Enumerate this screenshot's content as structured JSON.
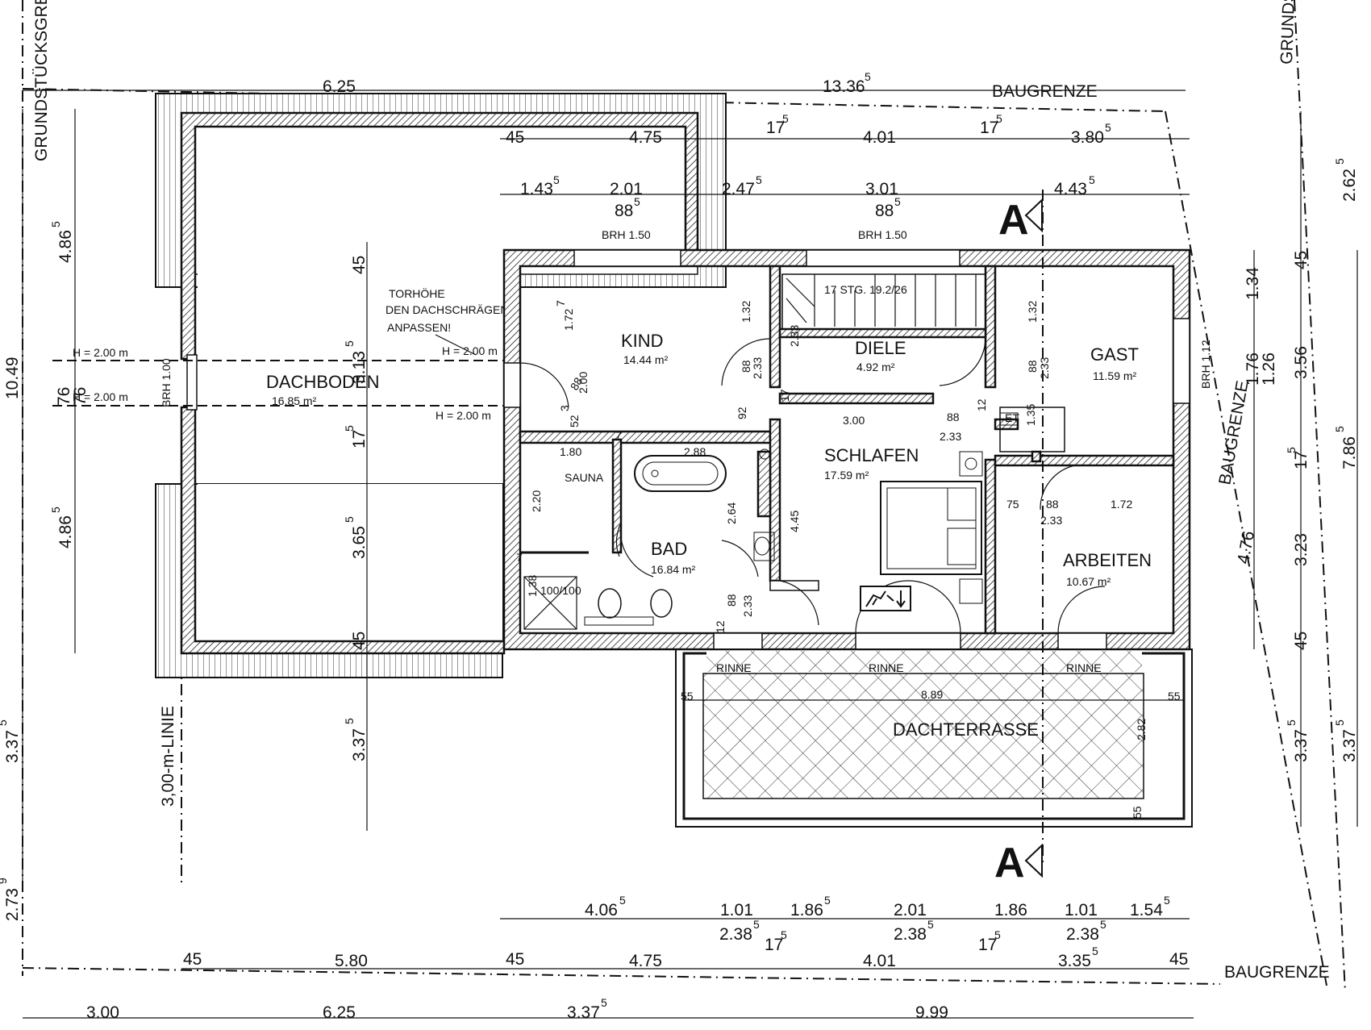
{
  "rooms": {
    "dachboden": {
      "name": "DACHBODEN",
      "area": "16.85 m²"
    },
    "kind": {
      "name": "KIND",
      "area": "14.44 m²"
    },
    "diele": {
      "name": "DIELE",
      "area": "4.92 m²"
    },
    "gast": {
      "name": "GAST",
      "area": "11.59 m²"
    },
    "schlafen": {
      "name": "SCHLAFEN",
      "area": "17.59 m²"
    },
    "bad": {
      "name": "BAD",
      "area": "16.84 m²"
    },
    "arbeiten": {
      "name": "ARBEITEN",
      "area": "10.67 m²"
    },
    "sauna": {
      "name": "SAUNA"
    },
    "dachterrasse": {
      "name": "DACHTERRASSE"
    }
  },
  "labels": {
    "baugrenze": "BAUGRENZE",
    "grundstuecksgrenze": "GRUNDSTÜCKSGRENZE",
    "grundstueck_partial": "GRUNDSTÜ",
    "linie_3m": "3,00-m-LINIE",
    "rinne": "RINNE",
    "section_mark": "A",
    "stair": "17 STG. 19.2/26",
    "et": "ET",
    "brh_150": "BRH 1.50",
    "brh_100": "BRH 1.00",
    "brh_112": "BRH 1.12",
    "torhoehe": [
      "TORHÖHE",
      "DEN DACHSCHRÄGEN",
      "ANPASSEN!"
    ],
    "h_200": "H = 2.00 m",
    "shower": "100/100",
    "fire_icon": "fire-escape-sign-icon"
  },
  "dims_top": {
    "d625": "6.25",
    "d13365": "13.36",
    "d13365_sup": "5",
    "r2_45": "45",
    "r2_475": "4.75",
    "r2_175a": "17",
    "r2_175a_sup": "5",
    "r2_401": "4.01",
    "r2_175b": "17",
    "r2_175b_sup": "5",
    "r2_3805": "3.80",
    "r2_3805_sup": "5",
    "r3_1435": "1.43",
    "r3_1435_sup": "5",
    "r3_201": "2.01",
    "r3_2475": "2.47",
    "r3_2475_sup": "5",
    "r3_301": "3.01",
    "r3_4435": "4.43",
    "r3_4435_sup": "5",
    "r3_885a": "88",
    "r3_885a_sup": "5",
    "r3_885b": "88",
    "r3_885b_sup": "5"
  },
  "dims_bottom": {
    "b1_4065": "4.06",
    "b1_4065_sup": "5",
    "b1_101a": "1.01",
    "b1_1865": "1.86",
    "b1_1865_sup": "5",
    "b1_201": "2.01",
    "b1_186": "1.86",
    "b1_101b": "1.01",
    "b1_1545": "1.54",
    "b1_1545_sup": "5",
    "b1_2385a": "2.38",
    "b1_2385b": "2.38",
    "b1_2385c": "2.38",
    "sup5": "5",
    "b1_175a": "17",
    "b1_175b": "17",
    "b2_45a": "45",
    "b2_580": "5.80",
    "b2_45b": "45",
    "b2_475": "4.75",
    "b2_401": "4.01",
    "b2_3355": "3.35",
    "b2_3355_sup": "5",
    "b2_45c": "45",
    "b3_300": "3.00",
    "b3_625": "6.25",
    "b3_3375": "3.37",
    "b3_3375_sup": "5",
    "b3_999": "9.99"
  },
  "dims_left": {
    "l_1049": "10.49",
    "l_4865a": "4.86",
    "l_4865b": "4.86",
    "sup5": "5",
    "l_76a": "76",
    "l_76b": "76",
    "l_3375": "3.37",
    "l_2739": "2.73",
    "l_2739_sup": "9",
    "m_45a": "45",
    "m_3135": "3.13",
    "m_175": "17",
    "m_3655": "3.65",
    "m_45b": "45",
    "m_3375": "3.37"
  },
  "dims_right": {
    "r_2625": "2.62",
    "r_45a": "45",
    "r_134": "1.34",
    "r_176": "1.76",
    "r_126": "1.26",
    "r_356": "3.56",
    "r_4765": "4.76",
    "r_175": "17",
    "r_323": "3.23",
    "r_45b": "45",
    "r_7865": "7.86",
    "r_3375a": "3.37",
    "r_3375b": "3.37",
    "sup5": "5"
  },
  "dims_inner": {
    "kind_1727": "1.72",
    "kind_1727_sup": "7",
    "kind_1325": "1.32",
    "kind_200": "2.00",
    "kind_885": "88",
    "kind_523": "52",
    "kind_523_sup": "3",
    "kind_7": "7",
    "kind_925": "92",
    "diele_2335a": "2.33",
    "diele_885a": "88",
    "diele_2335b": "2.33",
    "diele_175": "17",
    "schl_300": "3.00",
    "schl_885": "88",
    "schl_2335": "2.33",
    "schl_125": "12",
    "gast_1325": "1.32",
    "gast_885": "88",
    "gast_2335": "2.33",
    "gast_135": "1.35",
    "bad_180": "1.80",
    "bad_288": "2.88",
    "bad_220": "2.20",
    "bad_2645": "2.64",
    "bad_4455": "4.45",
    "bad_1385": "1.38",
    "bad_885": "88",
    "bad_2335": "2.33",
    "bad_125": "12",
    "bad_7": "7",
    "arb_75": "75",
    "arb_885": "88",
    "arb_172": "1.72",
    "arb_2335": "2.33",
    "ter_55a": "55",
    "ter_889": "8.89",
    "ter_55b": "55",
    "ter_2825": "2.82",
    "ter_55c": "55"
  }
}
